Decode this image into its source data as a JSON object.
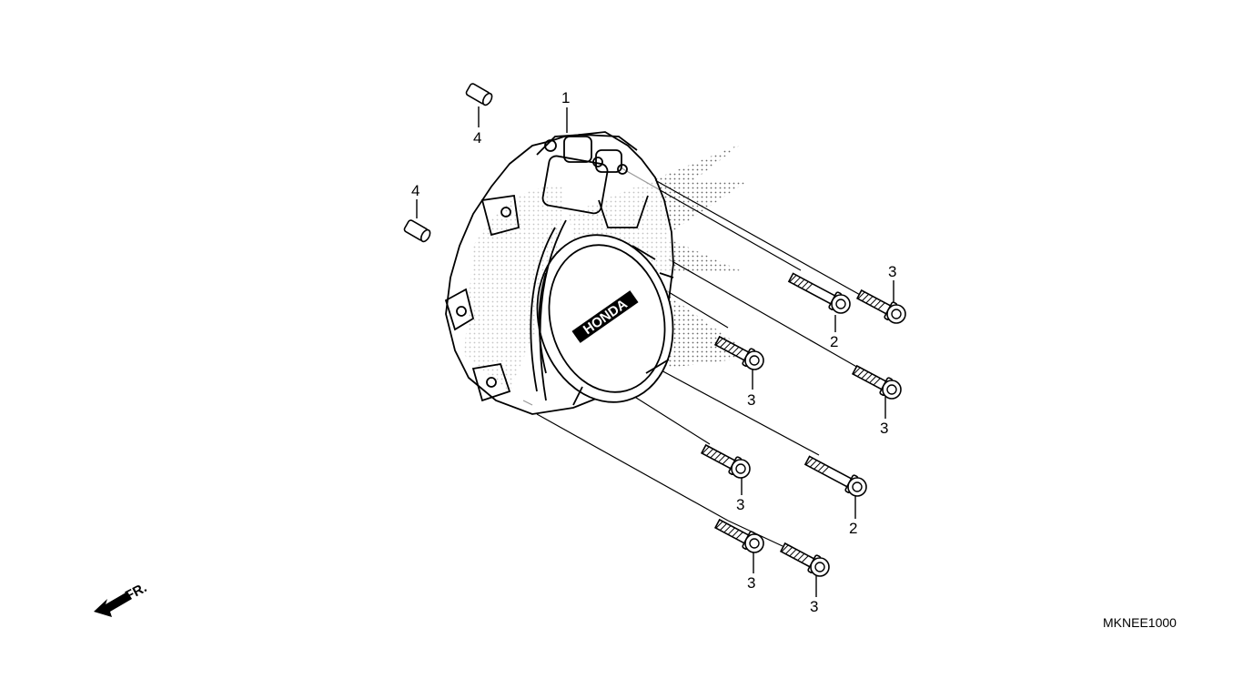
{
  "diagram_code": "MKNEE1000",
  "front_indicator": "FR.",
  "cover_logo": "HONDA",
  "callouts": {
    "cover": "1",
    "pin_top": "4",
    "pin_left": "4",
    "bolt_long_upper": "2",
    "bolt_top_right": "3",
    "bolt_center": "3",
    "bolt_right": "3",
    "bolt_lower_center": "3",
    "bolt_long_lower": "2",
    "bolt_bottom_left": "3",
    "bolt_bottom_right": "3"
  },
  "colors": {
    "line": "#000000",
    "stipple": "#555555",
    "background": "#ffffff"
  }
}
